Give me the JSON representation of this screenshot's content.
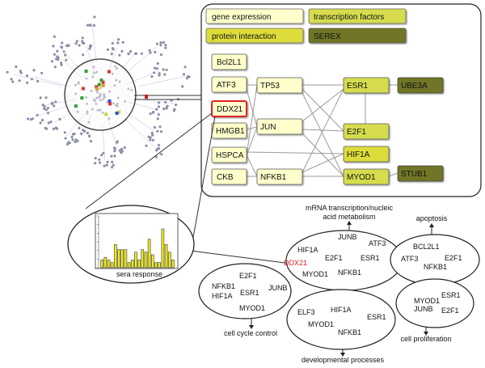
{
  "legend": {
    "gene_expression": "gene expression",
    "transcription_factors": "transcription factors",
    "protein_interaction": "protein interaction",
    "serex": "SEREX"
  },
  "colors": {
    "gene_expression": "#ffffcc",
    "transcription_factors": "#d6dc4e",
    "protein_interaction": "#dcdc3a",
    "serex": "#6f7628",
    "highlight": "#e02020"
  },
  "nodes": {
    "bcl2l1": "Bcl2L1",
    "atf3": "ATF3",
    "ddx21": "DDX21",
    "hmgb1": "HMGB1",
    "hspca": "HSPCA",
    "ckb": "CKB",
    "tp53": "TP53",
    "jun": "JUN",
    "nfkb1": "NFKB1",
    "esr1": "ESR1",
    "e2f1": "E2F1",
    "hif1a": "HIF1A",
    "myod1": "MYOD1",
    "ube3a": "UBE3A",
    "stub1": "STUB1"
  },
  "sera_response": {
    "label": "sera response",
    "values": [
      0.15,
      0.2,
      0.15,
      0.1,
      0.45,
      0.35,
      0.35,
      0.35,
      0.1,
      0.15,
      0.3,
      0.15,
      0.35,
      0.3,
      0.55,
      0.25,
      0.1,
      0.1,
      0.75,
      0.45,
      0.3,
      0.15
    ]
  },
  "clusters": {
    "mrna": {
      "title_line1": "mRNA transcription/nucleic",
      "title_line2": "acid metabolism",
      "genes": [
        "JUNB",
        "HIF1A",
        "ATF3",
        "E2F1",
        "ESR1",
        "DDX21",
        "MYOD1",
        "NFKB1"
      ]
    },
    "apoptosis": {
      "title": "apoptosis",
      "genes": [
        "BCL2L1",
        "ATF3",
        "E2F1",
        "NFKB1"
      ]
    },
    "cell_cycle": {
      "title": "cell cycle control",
      "genes": [
        "E2F1",
        "NFKB1",
        "HIF1A",
        "ESR1",
        "JUNB",
        "MYOD1"
      ]
    },
    "developmental": {
      "title": "developmental processes",
      "genes": [
        "ELF3",
        "HIF1A",
        "MYOD1",
        "ESR1",
        "NFKB1"
      ]
    },
    "proliferation": {
      "title": "cell proliferation",
      "genes": [
        "ESR1",
        "MYOD1",
        "JUNB",
        "E2F1"
      ]
    }
  }
}
